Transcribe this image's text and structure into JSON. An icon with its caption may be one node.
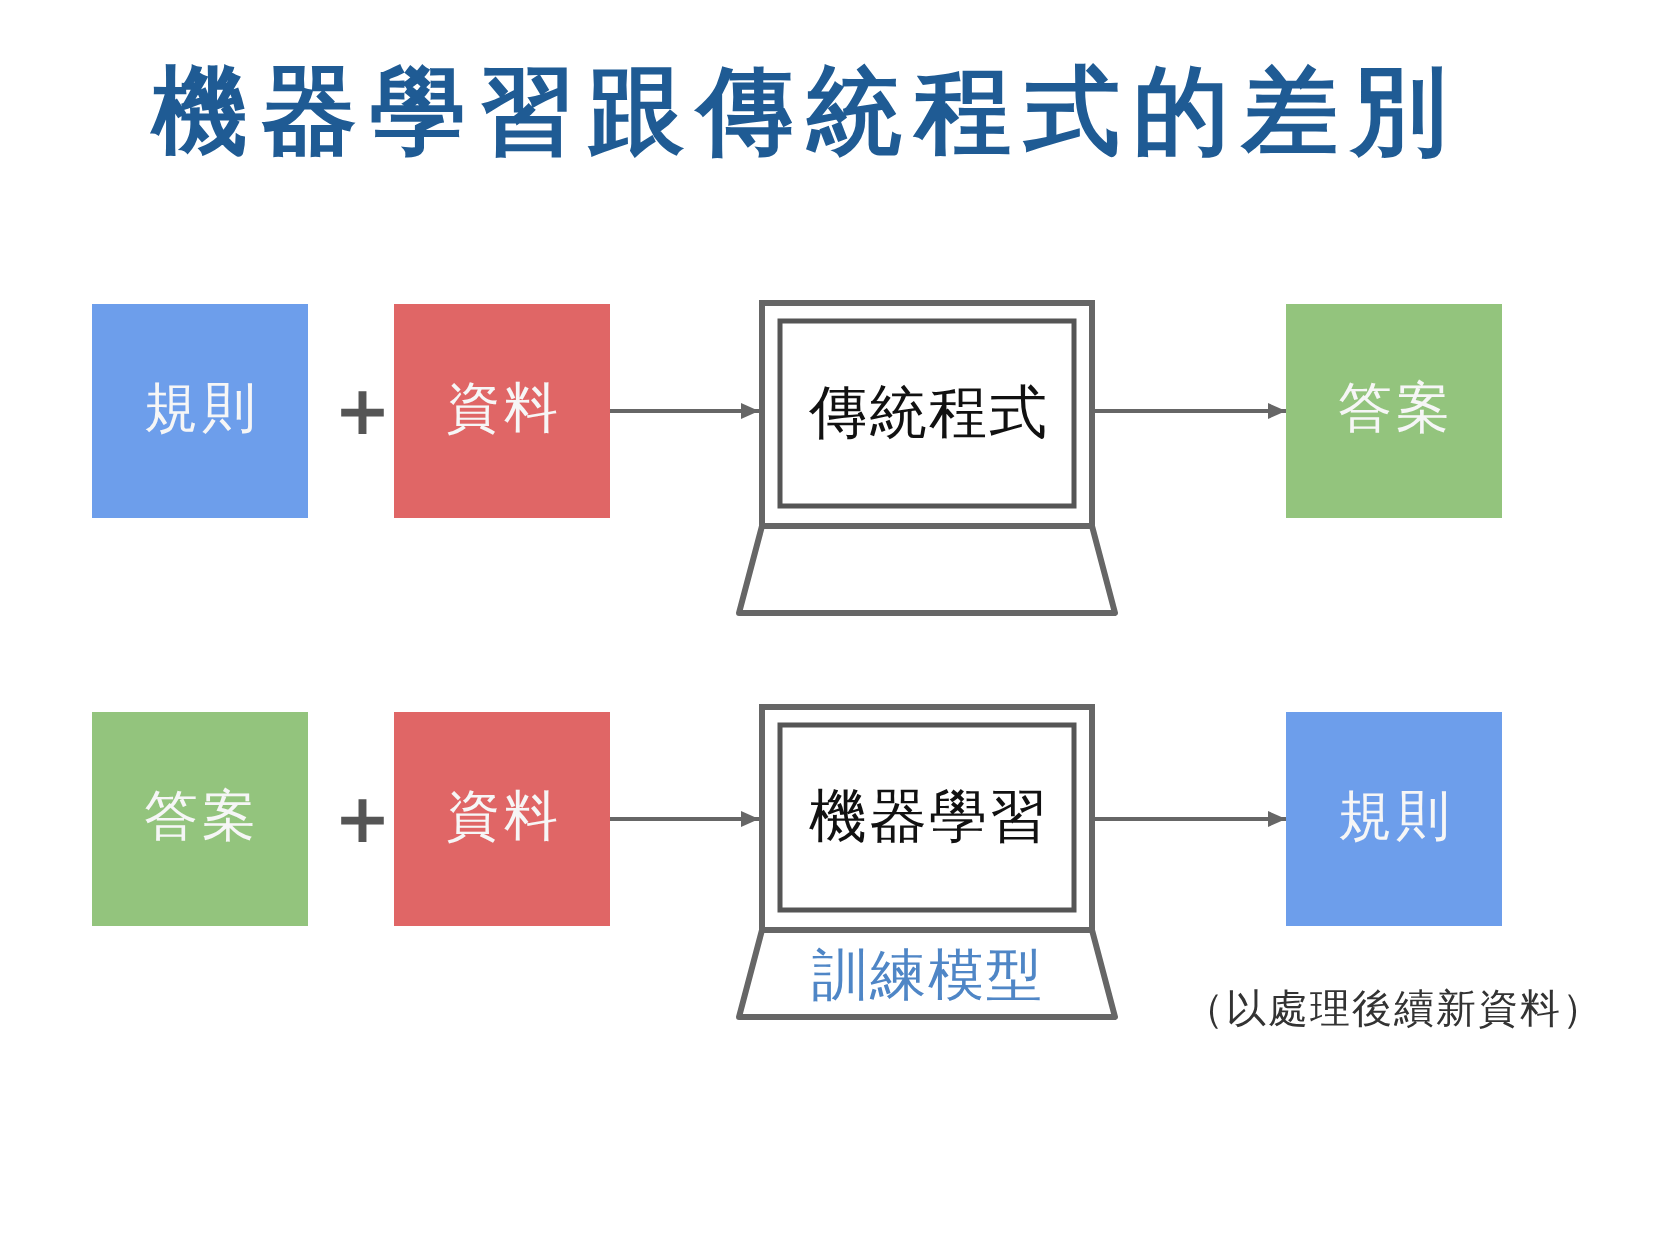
{
  "diagram": {
    "title": "機器學習跟傳統程式的差別",
    "nodes": [
      {
        "text": [
          "規則"
        ]
      },
      {
        "text": [
          "資料"
        ]
      },
      {
        "text": [
          "傳統程式"
        ]
      },
      {
        "text": [
          "答案"
        ]
      },
      {
        "text": [
          "答案"
        ]
      },
      {
        "text": [
          "資料"
        ]
      },
      {
        "text": [
          "機器學習",
          "訓練模型"
        ]
      },
      {
        "text": [
          "規則"
        ],
        "beside": [
          "（以處理後續新資料）"
        ]
      }
    ],
    "edges": [
      {
        "from": 1,
        "to": 2,
        "arrow": "to"
      },
      {
        "from": 2,
        "to": 3,
        "arrow": "to"
      },
      {
        "from": 5,
        "to": 6,
        "arrow": "to"
      },
      {
        "from": 6,
        "to": 7,
        "arrow": "to"
      }
    ],
    "labels": [
      "+",
      "+"
    ]
  }
}
